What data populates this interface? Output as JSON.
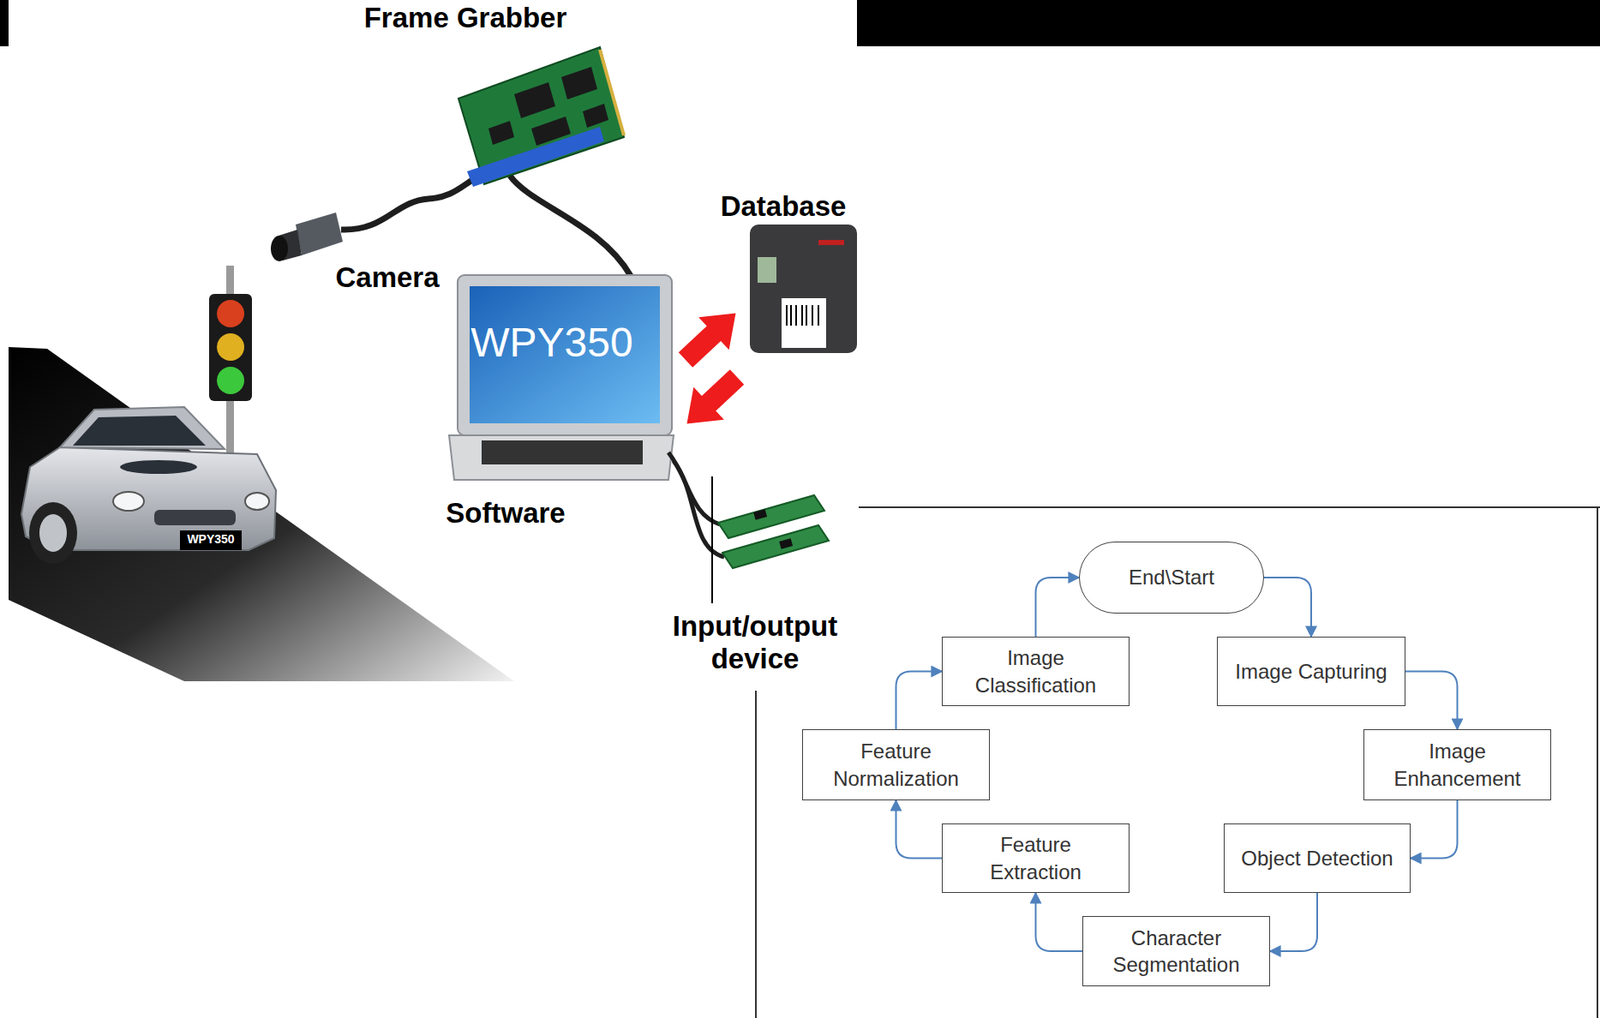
{
  "diagram": {
    "nodes": [
      {
        "text": [
          "End\\Start"
        ]
      },
      {
        "text": [
          "Image Capturing"
        ]
      },
      {
        "text": [
          "Image Enhancement"
        ]
      },
      {
        "text": [
          "Object Detection"
        ]
      },
      {
        "text": [
          "Character Segmentation"
        ]
      },
      {
        "text": [
          "Feature Extraction"
        ]
      },
      {
        "text": [
          "Feature Normalization"
        ]
      },
      {
        "text": [
          "Image Classification"
        ]
      }
    ],
    "edges": [
      {
        "from": 0,
        "to": 1,
        "arrow": "to"
      },
      {
        "from": 1,
        "to": 2,
        "arrow": "to"
      },
      {
        "from": 2,
        "to": 3,
        "arrow": "to"
      },
      {
        "from": 3,
        "to": 4,
        "arrow": "to"
      },
      {
        "from": 4,
        "to": 5,
        "arrow": "to"
      },
      {
        "from": 5,
        "to": 6,
        "arrow": "to"
      },
      {
        "from": 6,
        "to": 7,
        "arrow": "to"
      },
      {
        "from": 7,
        "to": 0,
        "arrow": "to"
      }
    ],
    "labels": [
      "Frame Grabber",
      "Camera",
      "Database",
      "WPY350",
      "WPY350",
      "Software",
      "Input/output device"
    ]
  }
}
